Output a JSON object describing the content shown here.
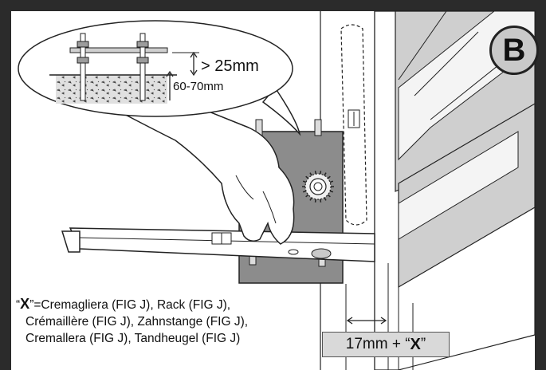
{
  "figure": {
    "badge_letter": "B",
    "callout": {
      "gap_label": "> 25mm",
      "embed_label": "60-70mm"
    },
    "gear_marks": [
      "0",
      "0"
    ],
    "legend": {
      "prefix_open": "“",
      "symbol": "X",
      "prefix_close": "”=",
      "lines": [
        "Cremagliera (FIG J), Rack (FIG J),",
        "Crémaillère (FIG J), Zahnstange (FIG J),",
        "Cremallera (FIG J), Tandheugel (FIG J)"
      ]
    },
    "measurement": {
      "prefix": "17mm + “",
      "symbol": "X",
      "suffix": "”"
    },
    "colors": {
      "frame": "#2b2b2b",
      "plate": "#8c8c8c",
      "panel": "#bdbdbd",
      "box": "#d9d9d9"
    }
  }
}
